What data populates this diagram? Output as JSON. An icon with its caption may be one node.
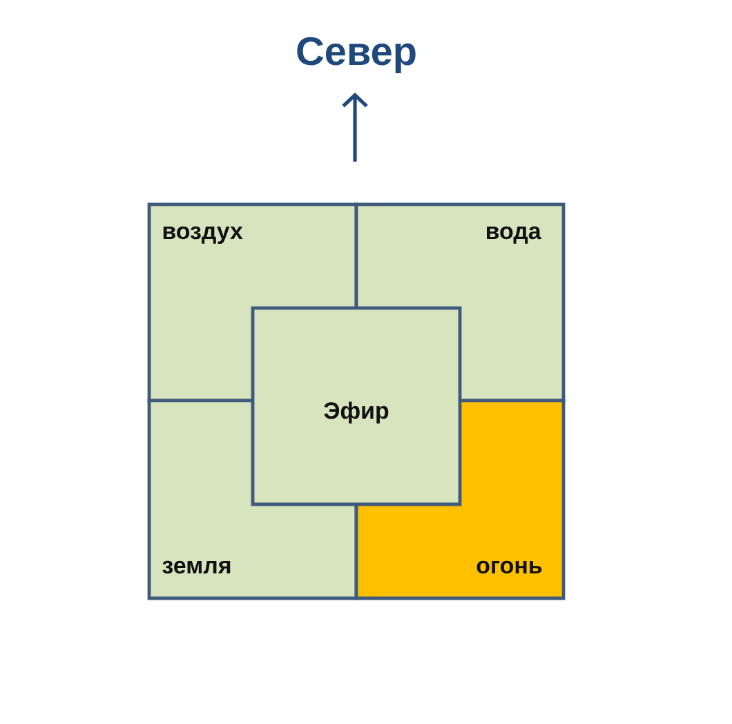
{
  "diagram": {
    "nodes": [
      {
        "text": [
          "воздух"
        ]
      },
      {
        "text": [
          "вода"
        ]
      },
      {
        "text": [
          "Эфир"
        ]
      },
      {
        "text": [
          "земля"
        ]
      },
      {
        "text": [
          "огонь"
        ]
      }
    ],
    "labels": [
      "Север"
    ]
  }
}
